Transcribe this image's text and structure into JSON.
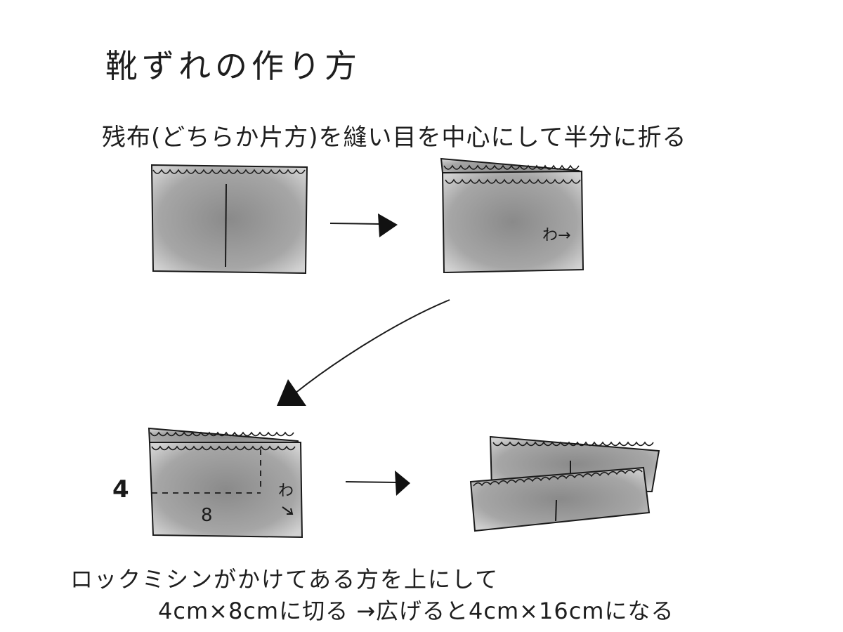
{
  "title": "靴ずれの作り方",
  "step1": "残布(どちらか片方)を縫い目を中心にして半分に折る",
  "fold_mark_1": "わ→",
  "dim_height": "4",
  "dim_width": "8",
  "fold_mark_2": "わ",
  "step2_line1": "ロックミシンがかけてある方を上にして",
  "step2_line2": "4cm×8cmに切る →広げると4cm×16cmになる",
  "colors": {
    "ink": "#1a1a1a",
    "cloth_light": "#d2d2d2",
    "cloth_dark": "#8a8a8a"
  }
}
